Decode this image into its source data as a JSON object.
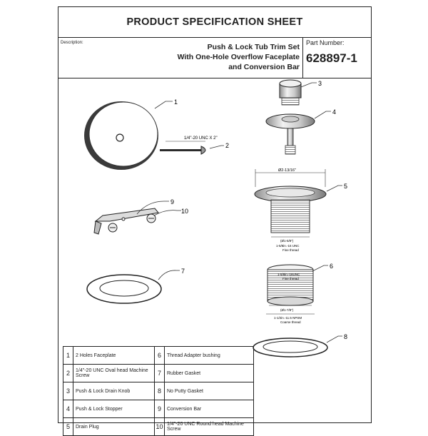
{
  "header": {
    "title": "PRODUCT SPECIFICATION SHEET",
    "description_label": "Description:",
    "description_lines": [
      "Push & Lock Tub Trim Set",
      "With One-Hole Overflow Faceplate",
      "and Conversion Bar"
    ],
    "part_number_label": "Part Number:",
    "part_number": "628897-1"
  },
  "callouts": [
    "1",
    "2",
    "3",
    "4",
    "5",
    "6",
    "7",
    "8",
    "9",
    "10"
  ],
  "dimensions": {
    "screw": "1/4\"-20 UNC X 2\"",
    "flange_diameter": "Ø2-13/16\"",
    "drain_diameter": "(Ø1-5/8\")",
    "drain_thread_1": "1-5/8in.-16 UNC",
    "drain_thread_2": "Fine thread",
    "adapter_inner_1": "1-5/8in.-16UNC",
    "adapter_inner_2": "Fine thread",
    "adapter_diameter": "(Ø1-7/8\")",
    "adapter_thread_1": "1-1/2in.-11.5 NPSM",
    "adapter_thread_2": "Coarse thread"
  },
  "parts": [
    {
      "num": "1",
      "name": "2 Holes Faceplate"
    },
    {
      "num": "2",
      "name": "1/4\"-20 UNC Oval head Machine Screw"
    },
    {
      "num": "3",
      "name": "Push & Lock Drain Knob"
    },
    {
      "num": "4",
      "name": "Push & Lock Stopper"
    },
    {
      "num": "5",
      "name": "Drain Plug"
    },
    {
      "num": "6",
      "name": "Thread Adapter bushing"
    },
    {
      "num": "7",
      "name": "Rubber Gasket"
    },
    {
      "num": "8",
      "name": "No Putty Gasket"
    },
    {
      "num": "9",
      "name": "Conversion Bar"
    },
    {
      "num": "10",
      "name": "1/4\"-20 UNC Round head Machine Screw"
    }
  ]
}
